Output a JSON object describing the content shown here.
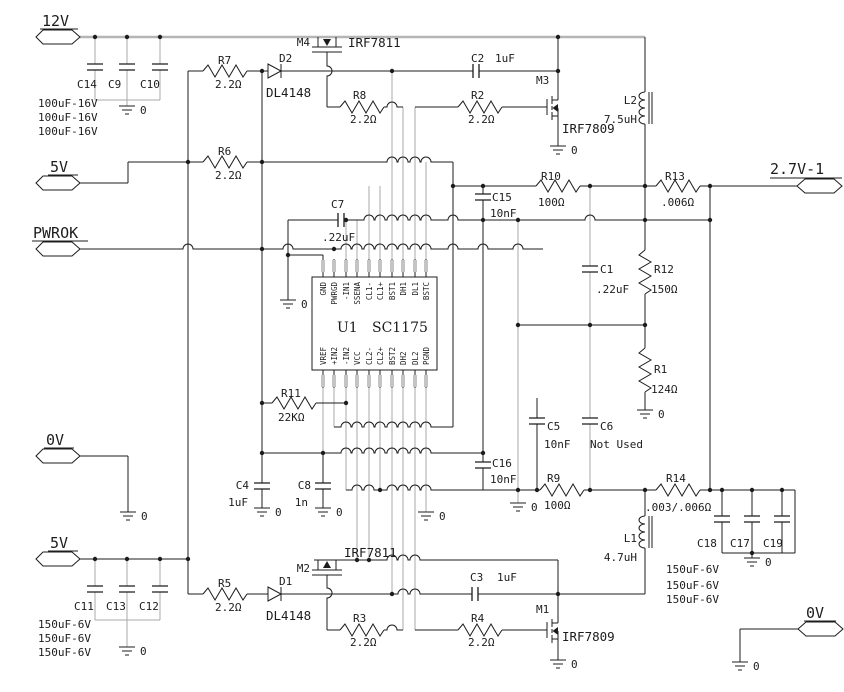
{
  "connectors": {
    "v12": "12V",
    "v5_upper": "5V",
    "pwrok": "PWROK",
    "v0_left": "0V",
    "v5_lower": "5V",
    "vout": "2.7V-1",
    "v0_right": "0V"
  },
  "ic": {
    "ref": "U1",
    "part": "SC1175",
    "pins_top": [
      "GND",
      "PWRGD",
      "-IN1",
      "SSENA",
      "CL1-",
      "CL1+",
      "BST1",
      "DH1",
      "DL1",
      "BSTC"
    ],
    "pins_bottom": [
      "VREF",
      "+IN2",
      "-IN2",
      "VCC",
      "CL2-",
      "CL2+",
      "BST2",
      "DH2",
      "DL2",
      "PGND"
    ]
  },
  "parts": {
    "R1": {
      "ref": "R1",
      "value": "124Ω"
    },
    "R2": {
      "ref": "R2",
      "value": "2.2Ω"
    },
    "R3": {
      "ref": "R3",
      "value": "2.2Ω"
    },
    "R4": {
      "ref": "R4",
      "value": "2.2Ω"
    },
    "R5": {
      "ref": "R5",
      "value": "2.2Ω"
    },
    "R6": {
      "ref": "R6",
      "value": "2.2Ω"
    },
    "R7": {
      "ref": "R7",
      "value": "2.2Ω"
    },
    "R8": {
      "ref": "R8",
      "value": "2.2Ω"
    },
    "R9": {
      "ref": "R9",
      "value": "100Ω"
    },
    "R10": {
      "ref": "R10",
      "value": "100Ω"
    },
    "R11": {
      "ref": "R11",
      "value": "22KΩ"
    },
    "R12": {
      "ref": "R12",
      "value": "150Ω"
    },
    "R13": {
      "ref": "R13",
      "value": ".006Ω"
    },
    "R14": {
      "ref": "R14",
      "value": ".003/.006Ω"
    },
    "C1": {
      "ref": "C1",
      "value": ".22uF"
    },
    "C2": {
      "ref": "C2",
      "value": "1uF"
    },
    "C3": {
      "ref": "C3",
      "value": "1uF"
    },
    "C4": {
      "ref": "C4",
      "value": "1uF"
    },
    "C5": {
      "ref": "C5",
      "value": "10nF"
    },
    "C6": {
      "ref": "C6",
      "value": "Not Used"
    },
    "C7": {
      "ref": "C7",
      "value": ".22uF"
    },
    "C8": {
      "ref": "C8",
      "value": "1n"
    },
    "C9": {
      "ref": "C9"
    },
    "C10": {
      "ref": "C10"
    },
    "C11": {
      "ref": "C11"
    },
    "C12": {
      "ref": "C12"
    },
    "C13": {
      "ref": "C13"
    },
    "C14": {
      "ref": "C14"
    },
    "C15": {
      "ref": "C15",
      "value": "10nF"
    },
    "C16": {
      "ref": "C16",
      "value": "10nF"
    },
    "C17": {
      "ref": "C17"
    },
    "C18": {
      "ref": "C18"
    },
    "C19": {
      "ref": "C19"
    },
    "L1": {
      "ref": "L1",
      "value": "4.7uH"
    },
    "L2": {
      "ref": "L2",
      "value": "7.5uH"
    },
    "M1": {
      "ref": "M1",
      "value": "IRF7809"
    },
    "M2": {
      "ref": "M2",
      "value": "IRF7811"
    },
    "M3": {
      "ref": "M3",
      "value": "IRF7809"
    },
    "M4": {
      "ref": "M4",
      "value": "IRF7811"
    },
    "D1": {
      "ref": "D1",
      "value": "DL4148"
    },
    "D2": {
      "ref": "D2",
      "value": "DL4148"
    }
  },
  "cap_bank_values": {
    "top": [
      "100uF-16V",
      "100uF-16V",
      "100uF-16V"
    ],
    "bottom_left": [
      "150uF-6V",
      "150uF-6V",
      "150uF-6V"
    ],
    "bottom_right": [
      "150uF-6V",
      "150uF-6V",
      "150uF-6V"
    ]
  },
  "ground_label": "0"
}
